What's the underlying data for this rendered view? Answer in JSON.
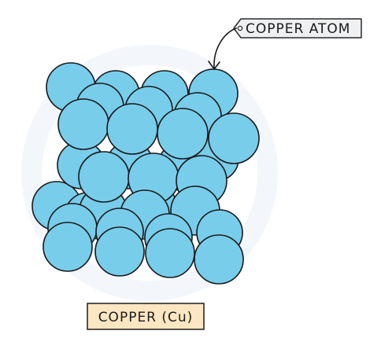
{
  "atom_label": "COPPER ATOM",
  "caption": "COPPER (Cu)",
  "colors": {
    "atom_fill": "#78CDEB",
    "outline": "#1a1a1a",
    "caption_bg": "#FDE6C2",
    "tag_bg": "#EEF0F2",
    "watermark": "#EEF4FA"
  },
  "atom_count": 34,
  "layers": 3
}
